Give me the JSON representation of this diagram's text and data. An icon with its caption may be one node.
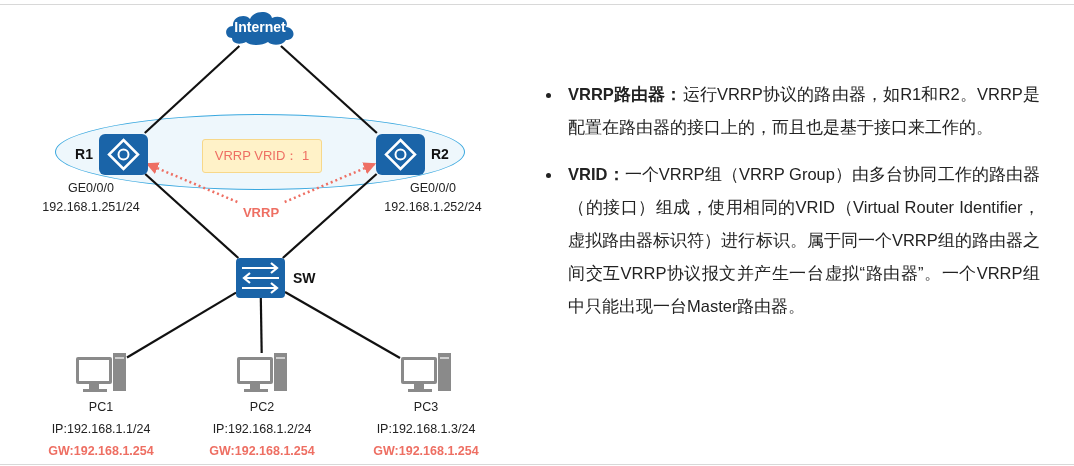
{
  "diagram": {
    "nodes": [
      {
        "text": [
          "Internet"
        ]
      },
      {
        "text": [],
        "shape": "ellipse"
      },
      {
        "text": [
          "R1"
        ],
        "in": 1,
        "beside": [
          "GE0/0/0",
          "192.168.1.251/24"
        ]
      },
      {
        "text": [
          "VRRP VRID： 1"
        ],
        "in": 1
      },
      {
        "text": [
          "R2"
        ],
        "in": 1,
        "beside": [
          "GE0/0/0",
          "192.168.1.252/24"
        ]
      },
      {
        "text": [
          "VRRP"
        ]
      },
      {
        "text": [
          "SW"
        ]
      },
      {
        "text": [
          "PC1"
        ],
        "beside": [
          "IP:192.168.1.1/24",
          "GW:192.168.1.254"
        ]
      },
      {
        "text": [
          "PC2"
        ],
        "beside": [
          "IP:192.168.1.2/24",
          "GW:192.168.1.254"
        ]
      },
      {
        "text": [
          "PC3"
        ],
        "beside": [
          "IP:192.168.1.3/24",
          "GW:192.168.1.254"
        ]
      }
    ],
    "edges": [
      {
        "from": 0,
        "to": 2,
        "arrow": "none"
      },
      {
        "from": 0,
        "to": 4,
        "arrow": "none"
      },
      {
        "from": 2,
        "to": 6,
        "arrow": "none"
      },
      {
        "from": 4,
        "to": 6,
        "arrow": "none"
      },
      {
        "from": 6,
        "to": 7,
        "arrow": "none"
      },
      {
        "from": 6,
        "to": 8,
        "arrow": "none"
      },
      {
        "from": 6,
        "to": 9,
        "arrow": "none"
      },
      {
        "from": 5,
        "to": 2,
        "arrow": "to",
        "style": "dashed",
        "color": "#ee6f63"
      },
      {
        "from": 5,
        "to": 4,
        "arrow": "to",
        "style": "dashed",
        "color": "#ee6f63"
      }
    ],
    "labels": [
      "**VRRP路由器：**运行VRRP协议的路由器，如R1和R2。VRRP是配置在路由器的接口上的，而且也是基于接口来工作的。",
      "**VRID：**一个VRRP组（VRRP Group）由多台协同工作的路由器（的接口）组成，使用相同的VRID（Virtual Router Identifier，虚拟路由器标识符）进行标识。属于同一个VRRP组的路由器之间交互VRRP协议报文并产生一台虚拟“路由器”。一个VRRP组中只能出现一台Master路由器。"
    ]
  }
}
